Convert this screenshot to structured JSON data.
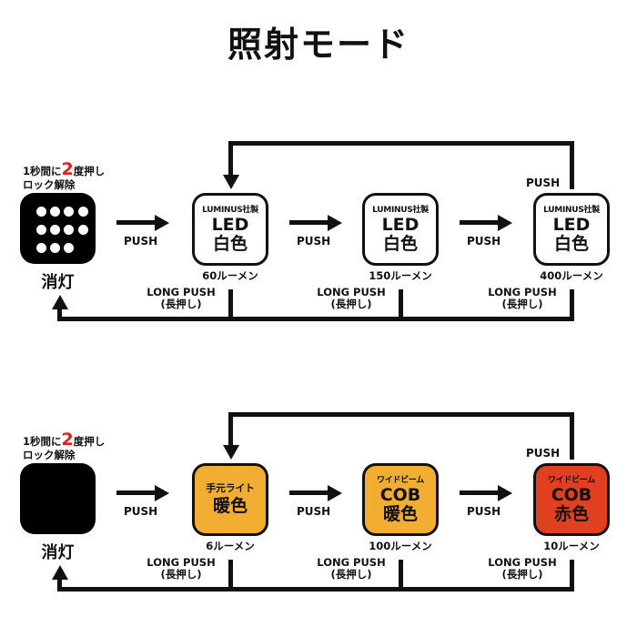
{
  "title": "照射モード",
  "colors": {
    "white_mode_bg": "#ffffff",
    "warm_bg": "#F1AE33",
    "red_bg": "#E0401F",
    "off_bg": "#000000",
    "accent_red_text": "#e0201e"
  },
  "rows": [
    {
      "unlock_note": {
        "line1_pre": "1秒間に",
        "line1_num": "2",
        "line1_post": "度押し",
        "line2": "ロック解除"
      },
      "off_label": "消灯",
      "off_icon": "led-dot-grid-icon",
      "push_label": "PUSH",
      "loop_push_label": "PUSH",
      "long_push": {
        "line1": "LONG PUSH",
        "line2": "(長押し)"
      },
      "modes": [
        {
          "sub": "LUMINUS社製",
          "main1": "LED",
          "main2": "白色",
          "lumen": "60ルーメン",
          "color": "white"
        },
        {
          "sub": "LUMINUS社製",
          "main1": "LED",
          "main2": "白色",
          "lumen": "150ルーメン",
          "color": "white"
        },
        {
          "sub": "LUMINUS社製",
          "main1": "LED",
          "main2": "白色",
          "lumen": "400ルーメン",
          "color": "white"
        }
      ]
    },
    {
      "unlock_note": {
        "line1_pre": "1秒間に",
        "line1_num": "2",
        "line1_post": "度押し",
        "line2": "ロック解除"
      },
      "off_label": "消灯",
      "off_icon": "blank-off-icon",
      "push_label": "PUSH",
      "loop_push_label": "PUSH",
      "long_push": {
        "line1": "LONG PUSH",
        "line2": "(長押し)"
      },
      "modes": [
        {
          "sub": "手元ライト",
          "main1": "暖色",
          "main2": "",
          "lumen": "6ルーメン",
          "color": "warm"
        },
        {
          "sub": "ワイドビーム",
          "main1": "COB",
          "main2": "暖色",
          "lumen": "100ルーメン",
          "color": "warm"
        },
        {
          "sub": "ワイドビーム",
          "main1": "COB",
          "main2": "赤色",
          "lumen": "10ルーメン",
          "color": "red"
        }
      ]
    }
  ]
}
